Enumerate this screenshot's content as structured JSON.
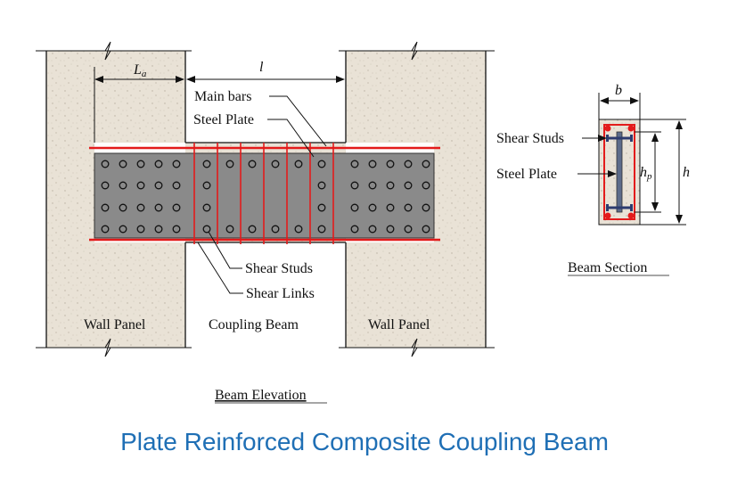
{
  "labels": {
    "la": "L",
    "la_sub": "a",
    "l": "l",
    "main_bars": "Main bars",
    "steel_plate_top": "Steel Plate",
    "shear_studs_bottom": "Shear Studs",
    "shear_links": "Shear Links",
    "wall_panel_left": "Wall Panel",
    "coupling_beam": "Coupling Beam",
    "wall_panel_right": "Wall Panel",
    "beam_elevation": "Beam Elevation",
    "b": "b",
    "shear_studs_section": "Shear Studs",
    "steel_plate_section": "Steel Plate",
    "hp": "h",
    "hp_sub": "p",
    "h": "h",
    "beam_section": "Beam Section"
  },
  "caption": "Plate Reinforced Composite Coupling Beam",
  "colors": {
    "concrete": "#e9e2d6",
    "steel": "#8a8a8a",
    "rebar": "#e31b1b",
    "caption": "#1f6fb5"
  }
}
